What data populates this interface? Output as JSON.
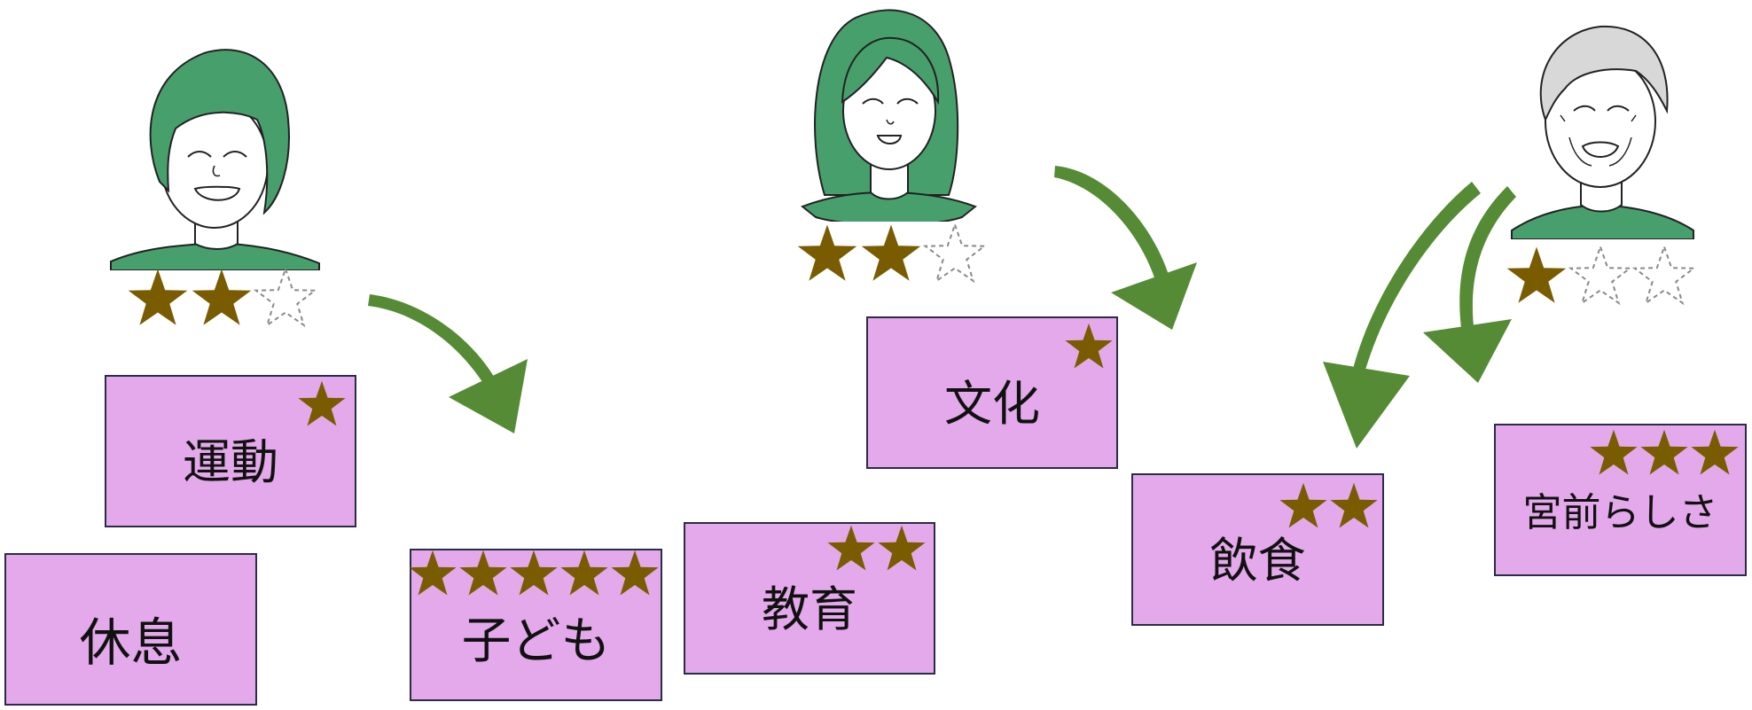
{
  "colors": {
    "card_fill": "#e3a9ea",
    "card_border": "#2b2b4a",
    "star_filled": "#7a5c00",
    "star_empty_outline": "#8a8a8a",
    "arrow": "#558b34",
    "shirt_hair_green": "#47a06c",
    "elder_hair": "#d8d8d8"
  },
  "people": [
    {
      "id": "young-man",
      "hair": "green",
      "rating": 2,
      "rating_max": 3
    },
    {
      "id": "young-woman",
      "hair": "green",
      "rating": 2,
      "rating_max": 3
    },
    {
      "id": "elder",
      "hair": "gray",
      "rating": 1,
      "rating_max": 3
    }
  ],
  "cards": [
    {
      "id": "sports",
      "label": "運動",
      "stars": 1
    },
    {
      "id": "rest",
      "label": "休息",
      "stars": 0
    },
    {
      "id": "children",
      "label": "子ども",
      "stars": 5
    },
    {
      "id": "education",
      "label": "教育",
      "stars": 2
    },
    {
      "id": "culture",
      "label": "文化",
      "stars": 1
    },
    {
      "id": "food",
      "label": "飲食",
      "stars": 2
    },
    {
      "id": "miyamae",
      "label": "宮前らしさ",
      "stars": 3
    }
  ],
  "icons": [
    "star-icon",
    "empty-star-icon",
    "curved-arrow-icon",
    "person-icon"
  ]
}
